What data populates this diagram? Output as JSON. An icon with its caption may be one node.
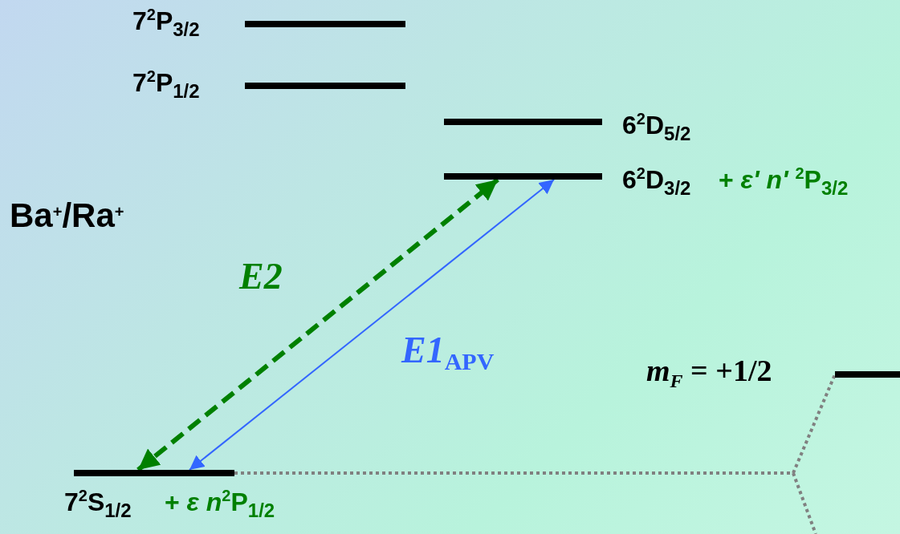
{
  "diagram": {
    "nodes": [
      {
        "text": [
          "7$^{2}$P$_{3/2}$"
        ]
      },
      {
        "text": [
          "7$^{2}$P$_{1/2}$"
        ]
      },
      {
        "text": [
          "6$^{2}$D$_{5/2}$"
        ]
      },
      {
        "text": [
          "6$^{2}$D$_{3/2}$",
          "+ *ε' n'* $^{2}$P$_{3/2}$"
        ]
      },
      {
        "text": [
          "7$^{2}$S$_{1/2}$",
          "+ *ε n*$^{2}$P$_{1/2}$"
        ]
      },
      {
        "text": [
          "*m*$_{F}$ = +1/2"
        ]
      }
    ],
    "edges": [
      {
        "from": 4,
        "to": 3,
        "arrow": "both",
        "label": "E2",
        "style": "dashed",
        "color": "#008000"
      },
      {
        "from": 4,
        "to": 3,
        "arrow": "both",
        "label": "E1$_{APV}$",
        "color": "#3366ff"
      },
      {
        "from": 4,
        "to": 5,
        "arrow": "none",
        "style": "dashed",
        "color": "#808080"
      },
      {
        "from": 4,
        "to": null,
        "arrow": "none",
        "style": "dashed",
        "color": "#808080"
      }
    ],
    "labels": [
      "Ba$^{+}$/Ra$^{+}$"
    ]
  }
}
